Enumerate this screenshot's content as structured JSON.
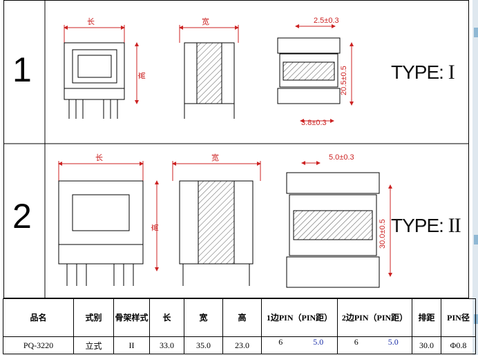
{
  "rows": [
    {
      "number": "1",
      "dim_length": "长",
      "dim_width": "宽",
      "dim_height": "高",
      "pitch": "2.5±0.3",
      "span": "20.5±0.5",
      "bottom": "3.8±0.3",
      "type_label": "TYPE: ",
      "type_numeral": "I"
    },
    {
      "number": "2",
      "dim_length": "长",
      "dim_width": "宽",
      "dim_height": "高",
      "pitch": "5.0±0.3",
      "span": "30.0±0.5",
      "type_label": "TYPE: ",
      "type_numeral": "II"
    }
  ],
  "table": {
    "headers": [
      "品名",
      "式别",
      "骨架样式",
      "长",
      "宽",
      "高",
      "1边PIN（PIN距）",
      "2边PIN（PIN距）",
      "排距",
      "PIN径"
    ],
    "row": {
      "name": "PQ-3220",
      "style": "立式",
      "frame": "II",
      "length": "33.0",
      "width": "35.0",
      "height": "23.0",
      "side1_pins": "6",
      "side1_pitch": "5.0",
      "side2_pins": "6",
      "side2_pitch": "5.0",
      "row_pitch": "30.0",
      "pin_diameter": "Φ0.8"
    }
  },
  "colors": {
    "dimension": "#cc2222",
    "value_blue": "#1a2ea8",
    "hatch": "#555555"
  }
}
